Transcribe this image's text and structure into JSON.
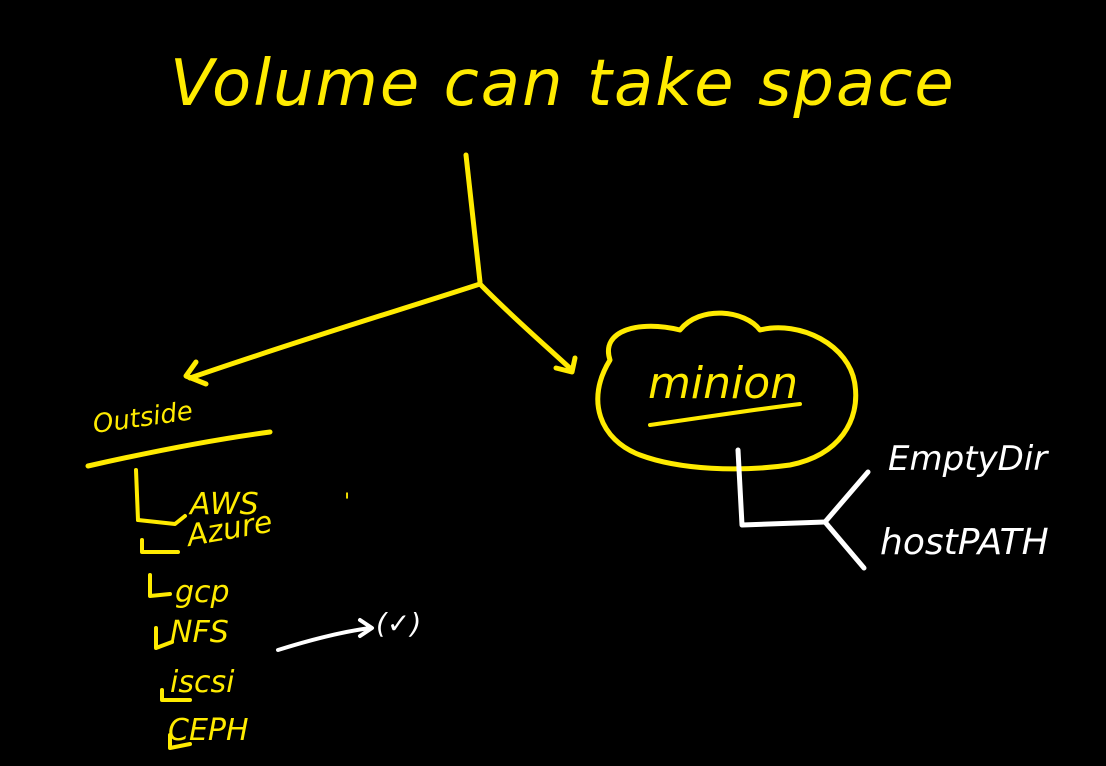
{
  "title": "Volume can take space",
  "left_branch": {
    "heading": "Outside",
    "items": [
      "AWS",
      "Azure",
      "gcp",
      "NFS",
      "iscsi",
      "CEPH"
    ],
    "nfs_badge": "(✓)",
    "aws_mark": "'"
  },
  "right_branch": {
    "node": "minion",
    "types": [
      "EmptyDir",
      "hostPATH"
    ]
  },
  "colors": {
    "background": "#000000",
    "ink_yellow": "#ffeb00",
    "ink_white": "#ffffff"
  }
}
